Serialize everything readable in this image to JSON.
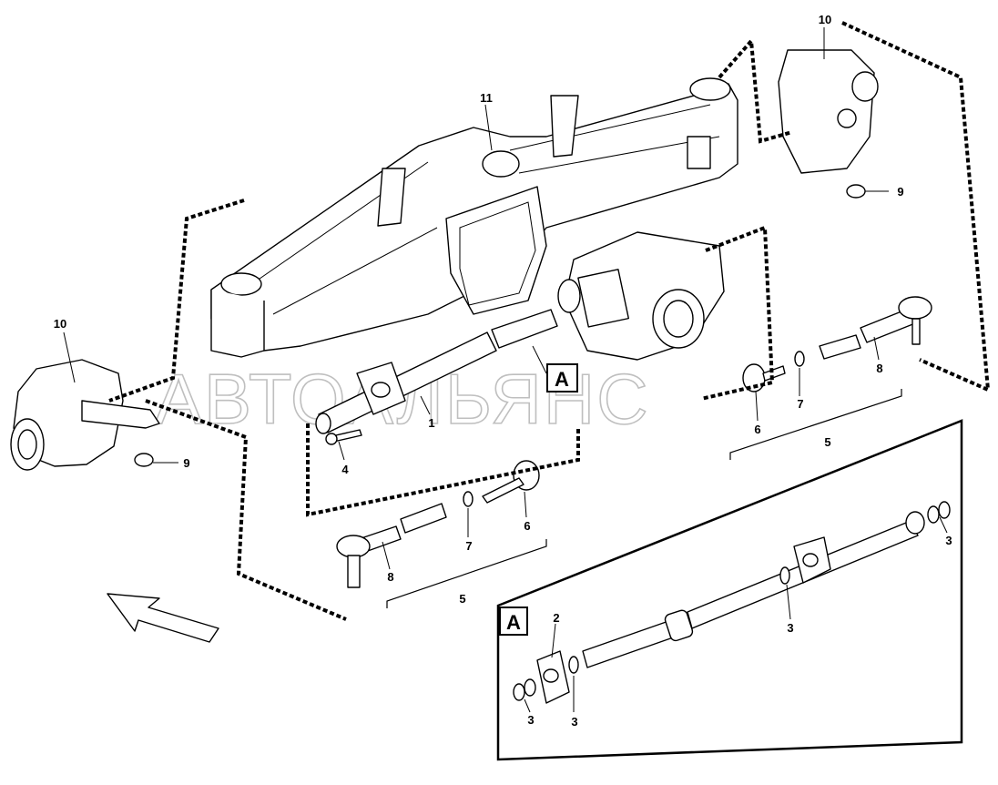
{
  "watermark": "АВТОАЛЬЯНС",
  "callouts": {
    "c1": "1",
    "c2": "2",
    "c3a": "3",
    "c3b": "3",
    "c3c": "3",
    "c3d": "3",
    "c4": "4",
    "c5a": "5",
    "c5b": "5",
    "c6a": "6",
    "c6b": "6",
    "c7a": "7",
    "c7b": "7",
    "c8a": "8",
    "c8b": "8",
    "c9a": "9",
    "c9b": "9",
    "c10a": "10",
    "c10b": "10",
    "c11": "11"
  },
  "detail": {
    "ref_label": "A",
    "box_label": "A"
  }
}
